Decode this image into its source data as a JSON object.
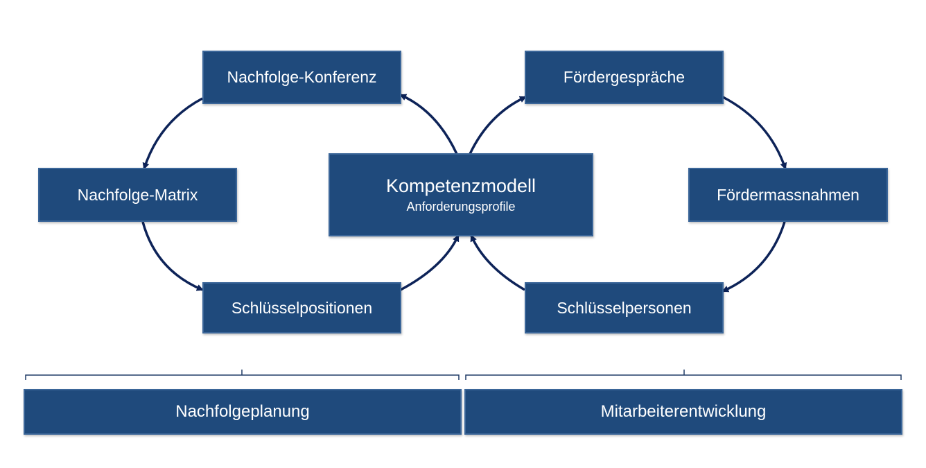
{
  "nodes": {
    "nachfolge_konferenz": "Nachfolge-Konferenz",
    "nachfolge_matrix": "Nachfolge-Matrix",
    "schluesselpositionen": "Schlüsselpositionen",
    "kompetenzmodell_title": "Kompetenzmodell",
    "kompetenzmodell_sub": "Anforderungsprofile",
    "foerdergespraeche": "Fördergespräche",
    "foerdermassnahmen": "Fördermassnahmen",
    "schluesselpersonen": "Schlüsselpersonen"
  },
  "sections": {
    "left": "Nachfolgeplanung",
    "right": "Mitarbeiterentwicklung"
  },
  "colors": {
    "box_fill": "#1f4a7c",
    "box_border": "#3b6699",
    "arrow": "#0d2358"
  }
}
